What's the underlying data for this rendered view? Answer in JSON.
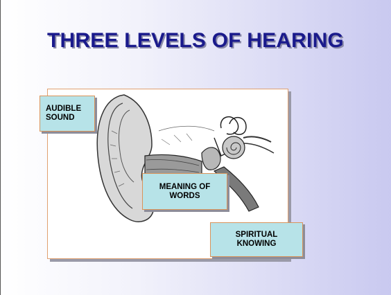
{
  "slide": {
    "title": "THREE LEVELS OF HEARING"
  },
  "figure": {
    "image": "ear-anatomy-illustration"
  },
  "labels": {
    "audible": "AUDIBLE\nSOUND",
    "meaning": "MEANING OF\nWORDS",
    "spiritual": "SPIRITUAL\nKNOWING"
  },
  "colors": {
    "title": "#1a1a8c",
    "label_fill": "#b7e3e8",
    "label_border": "#d9935a"
  }
}
